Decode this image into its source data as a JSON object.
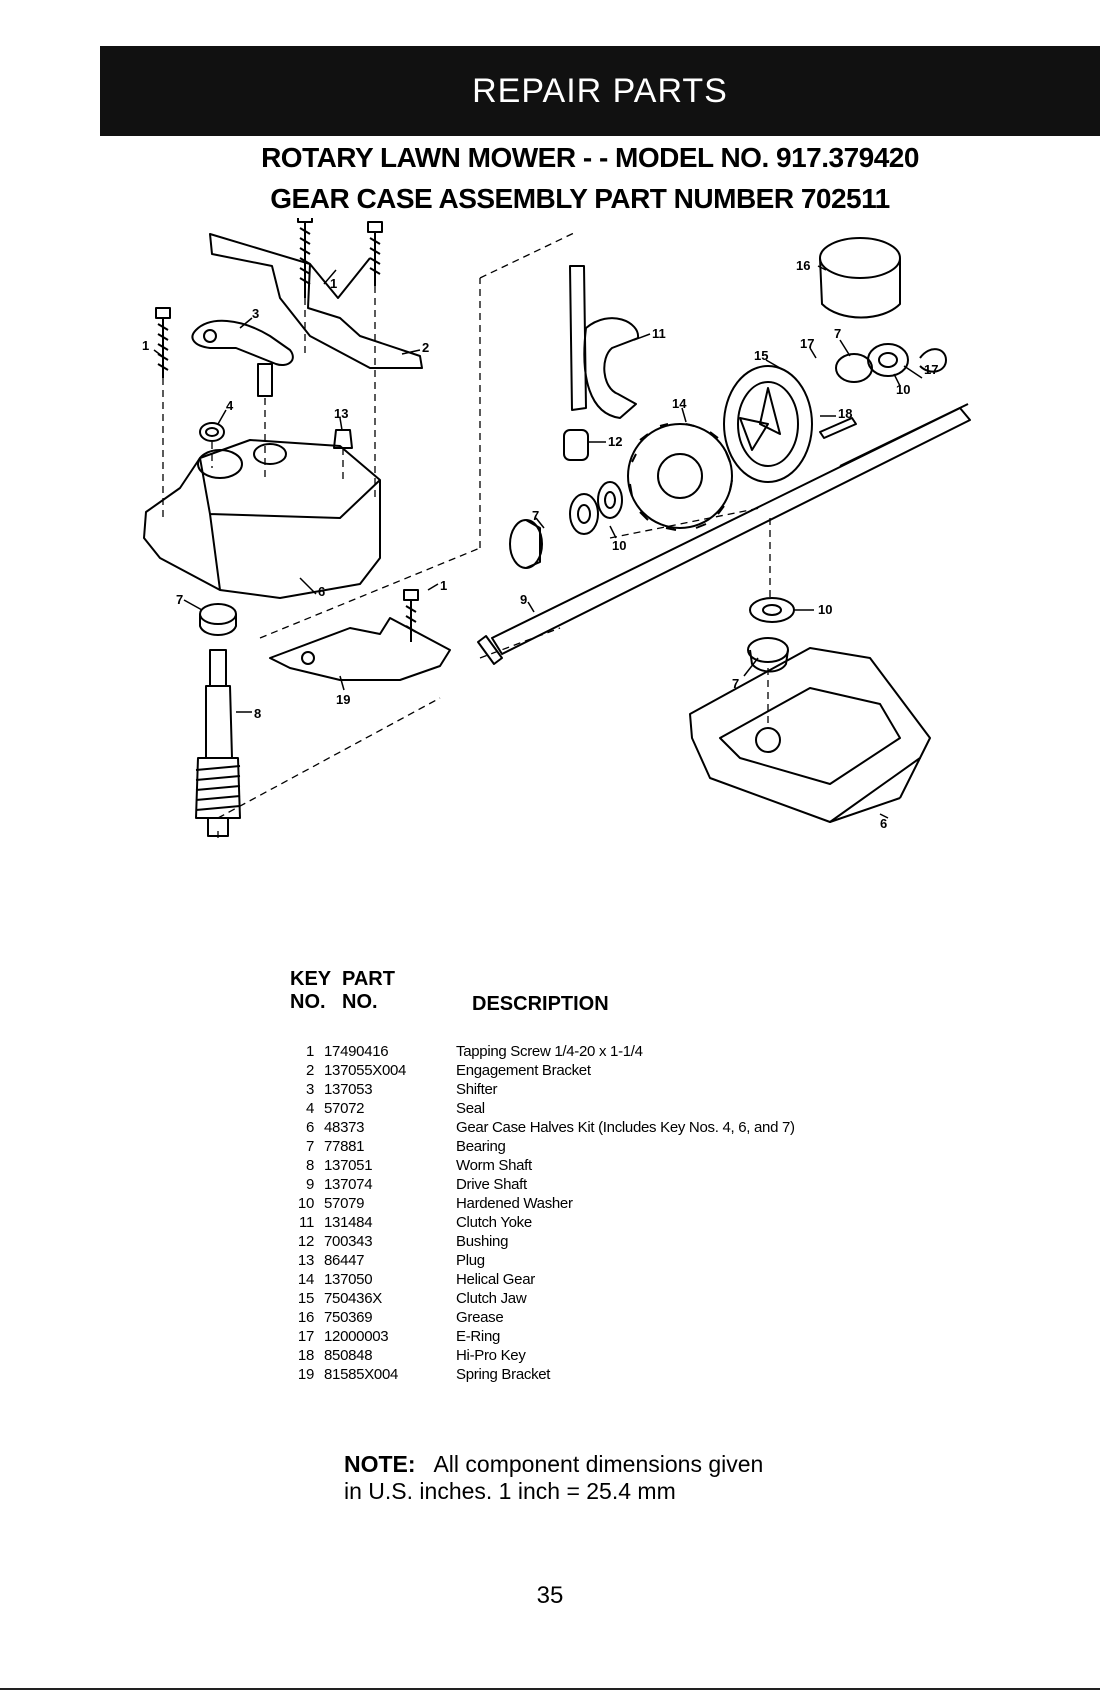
{
  "banner": "REPAIR PARTS",
  "title_line1": "ROTARY LAWN MOWER - - MODEL NO. 917.379420",
  "title_line2": "GEAR CASE ASSEMBLY PART NUMBER 702511",
  "diagram": {
    "callouts": [
      "1",
      "2",
      "3",
      "1",
      "4",
      "13",
      "6",
      "7",
      "8",
      "19",
      "1",
      "11",
      "12",
      "16",
      "15",
      "17",
      "7",
      "17",
      "10",
      "18",
      "14",
      "7",
      "10",
      "9",
      "10",
      "7",
      "6"
    ]
  },
  "table": {
    "key_header_line1": "KEY",
    "key_header_line2": "NO.",
    "part_header_line1": "PART",
    "part_header_line2": "NO.",
    "desc_header": "DESCRIPTION",
    "rows": [
      {
        "key": "1",
        "part": "17490416",
        "desc": "Tapping Screw  1/4-20 x 1-1/4"
      },
      {
        "key": "2",
        "part": "137055X004",
        "desc": "Engagement Bracket"
      },
      {
        "key": "3",
        "part": "137053",
        "desc": "Shifter"
      },
      {
        "key": "4",
        "part": "57072",
        "desc": "Seal"
      },
      {
        "key": "6",
        "part": "48373",
        "desc": "Gear Case Halves Kit (Includes Key Nos. 4, 6, and 7)"
      },
      {
        "key": "7",
        "part": "77881",
        "desc": "Bearing"
      },
      {
        "key": "8",
        "part": "137051",
        "desc": "Worm Shaft"
      },
      {
        "key": "9",
        "part": "137074",
        "desc": "Drive Shaft"
      },
      {
        "key": "10",
        "part": "57079",
        "desc": "Hardened Washer"
      },
      {
        "key": "11",
        "part": "131484",
        "desc": "Clutch Yoke"
      },
      {
        "key": "12",
        "part": "700343",
        "desc": "Bushing"
      },
      {
        "key": "13",
        "part": "86447",
        "desc": "Plug"
      },
      {
        "key": "14",
        "part": "137050",
        "desc": "Helical Gear"
      },
      {
        "key": "15",
        "part": "750436X",
        "desc": "Clutch Jaw"
      },
      {
        "key": "16",
        "part": "750369",
        "desc": "Grease"
      },
      {
        "key": "17",
        "part": "12000003",
        "desc": "E-Ring"
      },
      {
        "key": "18",
        "part": "850848",
        "desc": "Hi-Pro Key"
      },
      {
        "key": "19",
        "part": "81585X004",
        "desc": "Spring Bracket"
      }
    ]
  },
  "note_label": "NOTE:",
  "note_text1": "All component dimensions given",
  "note_text2": "in U.S. inches.  1 inch = 25.4 mm",
  "page_number": "35"
}
